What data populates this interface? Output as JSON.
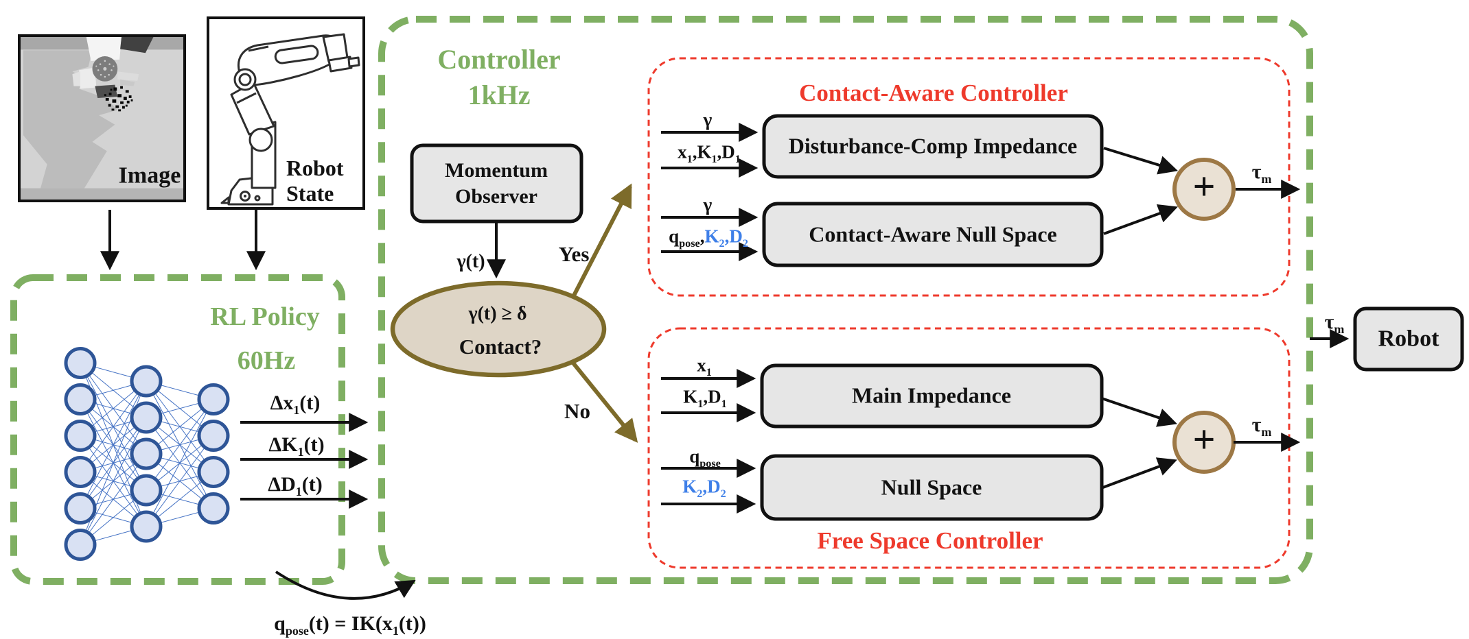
{
  "colors": {
    "green": "#7faf62",
    "red": "#ee3a2c",
    "blue": "#3e7fe8",
    "olive": "#7d6b2a",
    "ellipse_fill": "#ded5c6",
    "sum_fill": "#eae1d4",
    "sum_stroke": "#9d7845",
    "box_fill": "#e6e6e6",
    "box_border": "#111111",
    "nn_node_fill": "#d9e1f3",
    "nn_node_stroke": "#2e5597",
    "nn_edge": "#4472c4"
  },
  "inputs": {
    "image_box": {
      "label": "Image"
    },
    "robot_state_box": {
      "label_line1": "Robot",
      "label_line2": "State"
    }
  },
  "rl_policy": {
    "title_line1": "RL Policy",
    "title_line2": "60Hz",
    "network_layers": [
      6,
      5,
      4
    ],
    "outputs": [
      "Δx_{1}(t)",
      "ΔK_{1}(t)",
      "ΔD_{1}(t)"
    ]
  },
  "controller": {
    "title_line1": "Controller",
    "title_line2": "1kHz",
    "momentum_observer": {
      "label_line1": "Momentum",
      "label_line2": "Observer",
      "output_label": "γ(t)"
    },
    "decision": {
      "condition": "γ(t) ≥ δ",
      "question": "Contact?",
      "yes_label": "Yes",
      "no_label": "No"
    },
    "contact_aware": {
      "title": "Contact-Aware Controller",
      "impedance": {
        "label": "Disturbance-Comp Impedance",
        "input1": "γ",
        "input2": "x_{1},K_{1},D_{1}"
      },
      "null_space": {
        "label": "Contact-Aware Null Space",
        "input1": "γ",
        "input2_black": "q_{pose},",
        "input2_blue": "K_{2},D_{2}"
      },
      "sum_symbol": "+",
      "output_label": "τ_{m}"
    },
    "free_space": {
      "title": "Free Space Controller",
      "impedance": {
        "label": "Main Impedance",
        "input1": "x_{1}",
        "input2": "K_{1},D_{1}"
      },
      "null_space": {
        "label": "Null Space",
        "input1": "q_{pose}",
        "input2_blue": "K_{2},D_{2}"
      },
      "sum_symbol": "+",
      "output_label": "τ_{m}"
    }
  },
  "robot": {
    "label": "Robot",
    "input_label": "τ_{m}"
  },
  "ik_equation": "q_{pose}(t) = IK(x_{1}(t))"
}
